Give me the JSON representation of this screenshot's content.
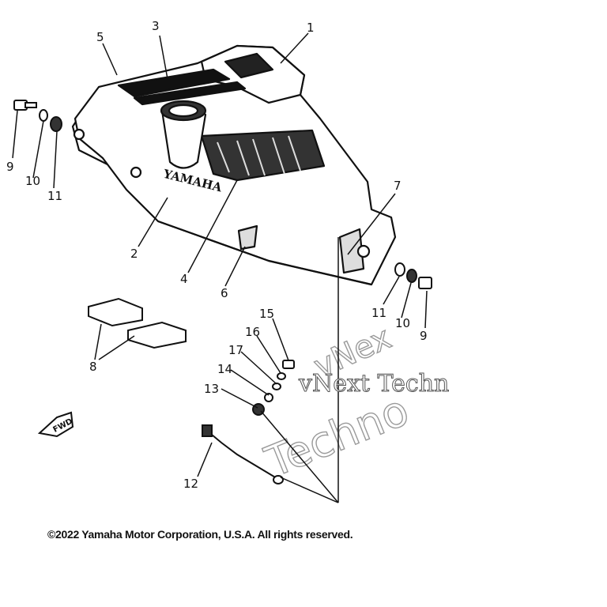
{
  "diagram": {
    "callouts": {
      "c1": "1",
      "c2": "2",
      "c3": "3",
      "c4": "4",
      "c5": "5",
      "c6": "6",
      "c7": "7",
      "c8": "8",
      "c9a": "9",
      "c9b": "9",
      "c10a": "10",
      "c10b": "10",
      "c11a": "11",
      "c11b": "11",
      "c12": "12",
      "c13": "13",
      "c14": "14",
      "c15": "15",
      "c16": "16",
      "c17": "17"
    },
    "brand_text": "YAMAHA",
    "fwd_text": "FWD",
    "watermark": {
      "line1": "vNext Techn",
      "line2": "Techno",
      "line3": "vNex"
    }
  },
  "footer": {
    "copyright": "©2022 Yamaha Motor Corporation, U.S.A. All rights reserved."
  }
}
